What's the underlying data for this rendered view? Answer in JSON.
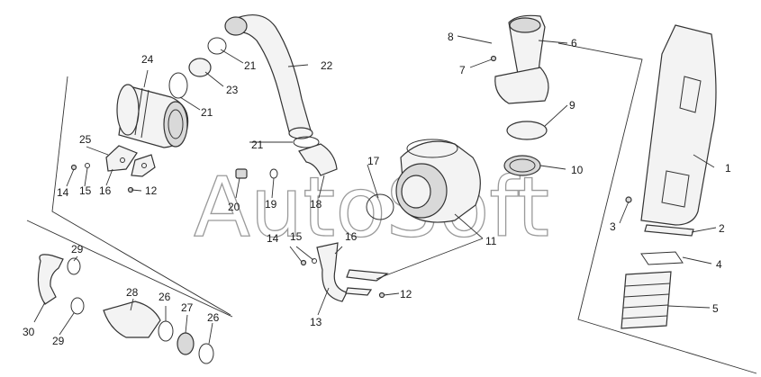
{
  "watermark": "AutoSoft",
  "callouts": [
    {
      "id": "c1",
      "text": "1"
    },
    {
      "id": "c2",
      "text": "2"
    },
    {
      "id": "c3",
      "text": "3"
    },
    {
      "id": "c4",
      "text": "4"
    },
    {
      "id": "c5",
      "text": "5"
    },
    {
      "id": "c6",
      "text": "6"
    },
    {
      "id": "c7",
      "text": "7"
    },
    {
      "id": "c8",
      "text": "8"
    },
    {
      "id": "c9",
      "text": "9"
    },
    {
      "id": "c10",
      "text": "10"
    },
    {
      "id": "c11",
      "text": "11"
    },
    {
      "id": "c12a",
      "text": "12"
    },
    {
      "id": "c12b",
      "text": "12"
    },
    {
      "id": "c13",
      "text": "13"
    },
    {
      "id": "c14a",
      "text": "14"
    },
    {
      "id": "c14b",
      "text": "14"
    },
    {
      "id": "c15a",
      "text": "15"
    },
    {
      "id": "c15b",
      "text": "15"
    },
    {
      "id": "c16a",
      "text": "16"
    },
    {
      "id": "c16b",
      "text": "16"
    },
    {
      "id": "c17",
      "text": "17"
    },
    {
      "id": "c18",
      "text": "18"
    },
    {
      "id": "c19",
      "text": "19"
    },
    {
      "id": "c20",
      "text": "20"
    },
    {
      "id": "c21a",
      "text": "21"
    },
    {
      "id": "c21b",
      "text": "21"
    },
    {
      "id": "c21c",
      "text": "21"
    },
    {
      "id": "c22",
      "text": "22"
    },
    {
      "id": "c23",
      "text": "23"
    },
    {
      "id": "c24",
      "text": "24"
    },
    {
      "id": "c25",
      "text": "25"
    },
    {
      "id": "c26a",
      "text": "26"
    },
    {
      "id": "c26b",
      "text": "26"
    },
    {
      "id": "c27",
      "text": "27"
    },
    {
      "id": "c28",
      "text": "28"
    },
    {
      "id": "c29a",
      "text": "29"
    },
    {
      "id": "c29b",
      "text": "29"
    },
    {
      "id": "c30",
      "text": "30"
    }
  ]
}
